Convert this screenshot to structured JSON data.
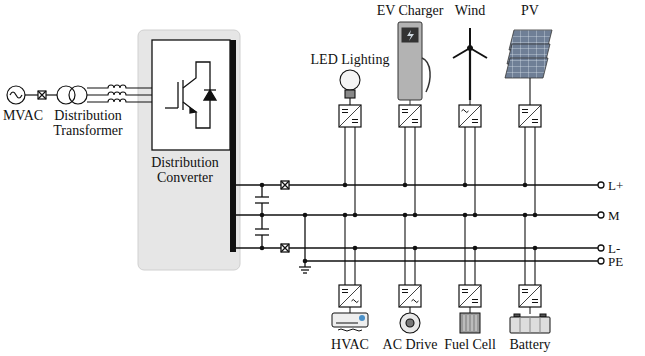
{
  "diagram": {
    "nodes": [
      {
        "text": [
          "Distribution Converter"
        ]
      }
    ],
    "labels": [
      "MVAC",
      "Distribution Transformer",
      "LED Lighting",
      "EV Charger",
      "Wind",
      "PV",
      "L+",
      "M",
      "L-",
      "PE",
      "HVAC",
      "AC Drive",
      "Fuel Cell",
      "Battery"
    ]
  }
}
